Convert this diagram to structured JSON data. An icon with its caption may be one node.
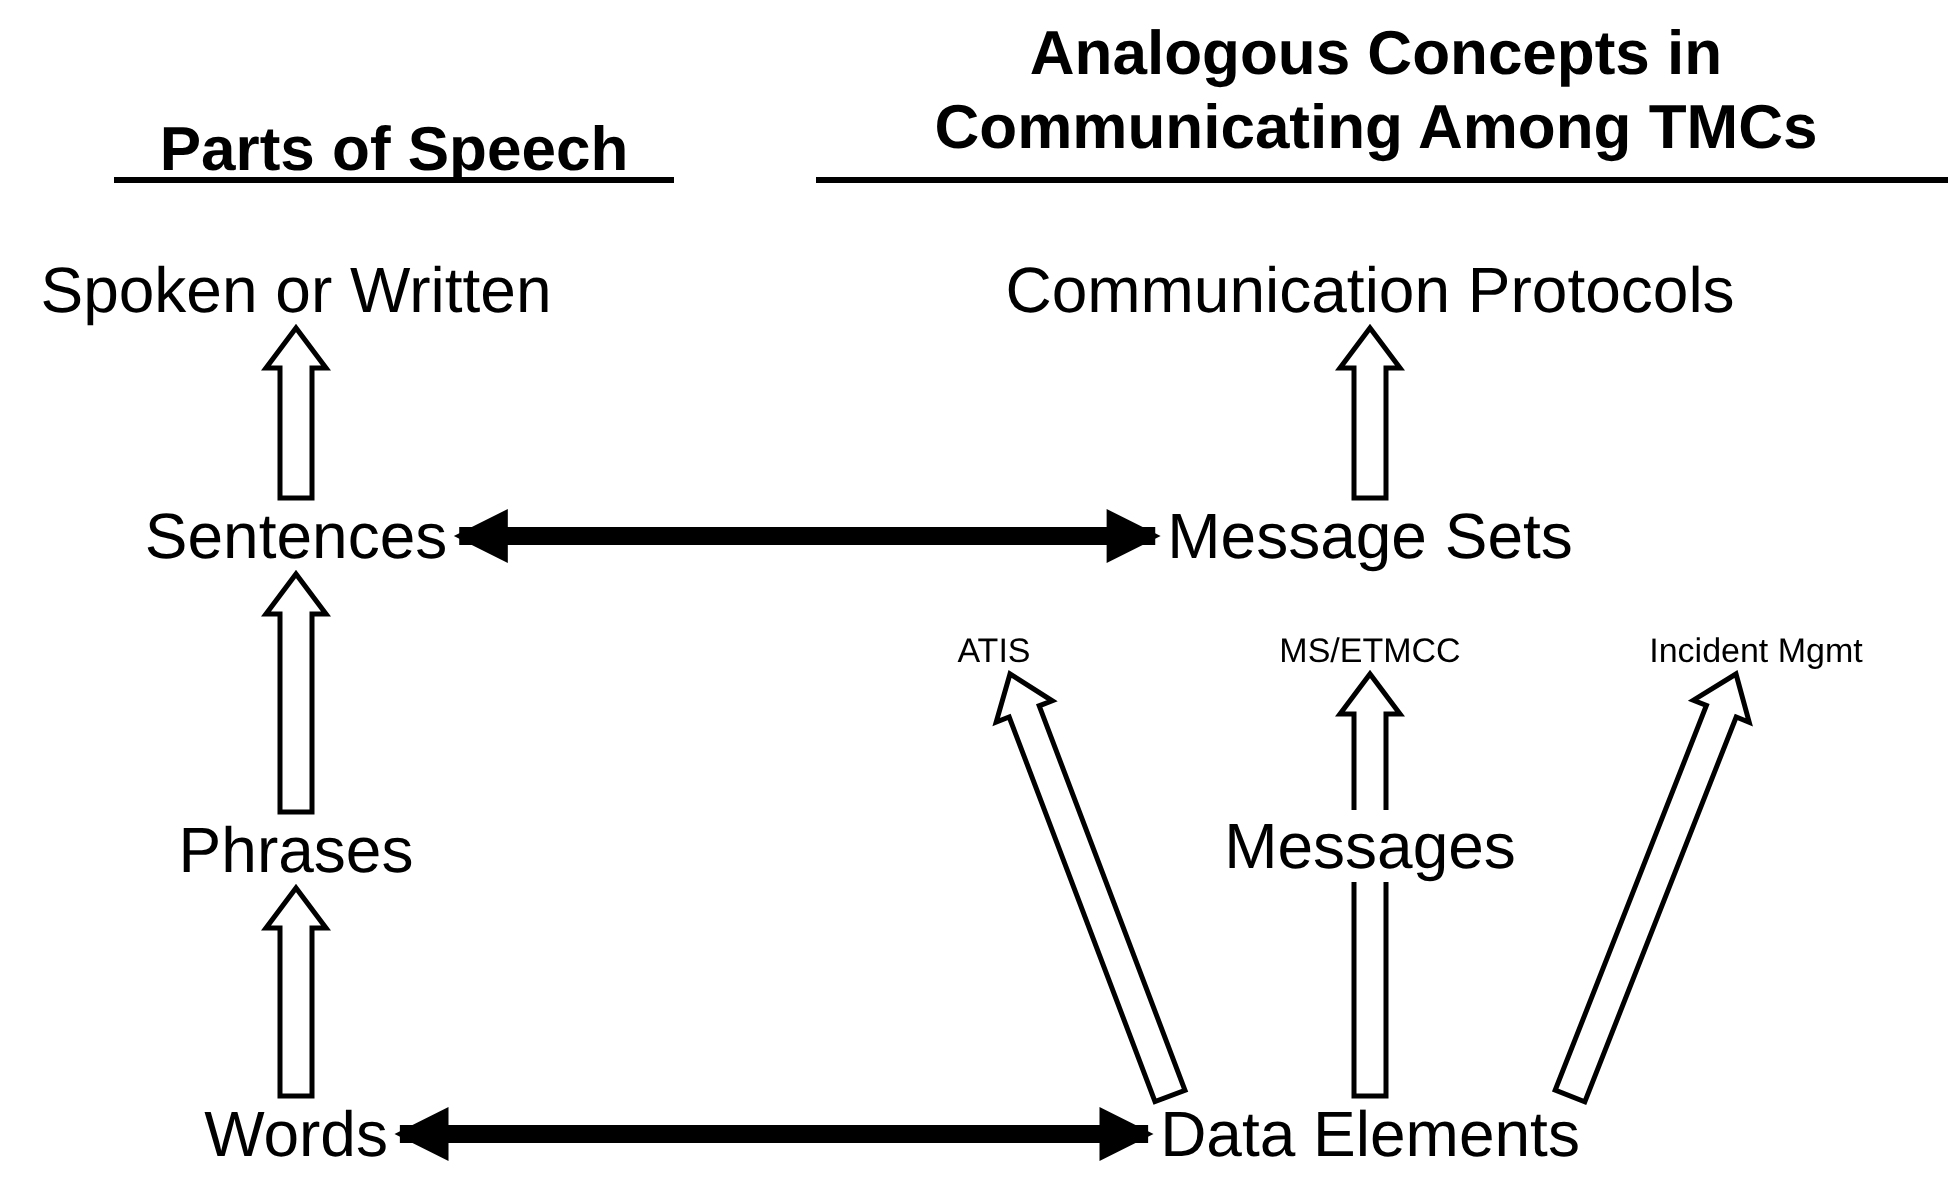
{
  "diagram": {
    "nodes": [
      {
        "text": [
          "Spoken or Written"
        ]
      },
      {
        "text": [
          "Sentences"
        ]
      },
      {
        "text": [
          "Phrases"
        ]
      },
      {
        "text": [
          "Words"
        ]
      },
      {
        "text": [
          "Communication Protocols"
        ]
      },
      {
        "text": [
          "Message Sets"
        ]
      },
      {
        "text": [
          "ATIS"
        ]
      },
      {
        "text": [
          "MS/ETMCC"
        ]
      },
      {
        "text": [
          "Incident Mgmt"
        ]
      },
      {
        "text": [
          "Data Elements"
        ]
      }
    ],
    "edges": [
      {
        "from": 1,
        "to": 0,
        "arrow": "to"
      },
      {
        "from": 2,
        "to": 1,
        "arrow": "to"
      },
      {
        "from": 3,
        "to": 2,
        "arrow": "to"
      },
      {
        "from": 5,
        "to": 4,
        "arrow": "to"
      },
      {
        "from": 1,
        "to": 5,
        "arrow": "both"
      },
      {
        "from": 9,
        "to": 6,
        "arrow": "to"
      },
      {
        "from": 9,
        "to": 7,
        "arrow": "to"
      },
      {
        "from": 9,
        "to": 8,
        "arrow": "to"
      },
      {
        "from": 3,
        "to": 9,
        "arrow": "both"
      }
    ],
    "labels": [
      "Parts of Speech",
      "Analogous Concepts in Communicating Among TMCs",
      "Messages"
    ]
  }
}
